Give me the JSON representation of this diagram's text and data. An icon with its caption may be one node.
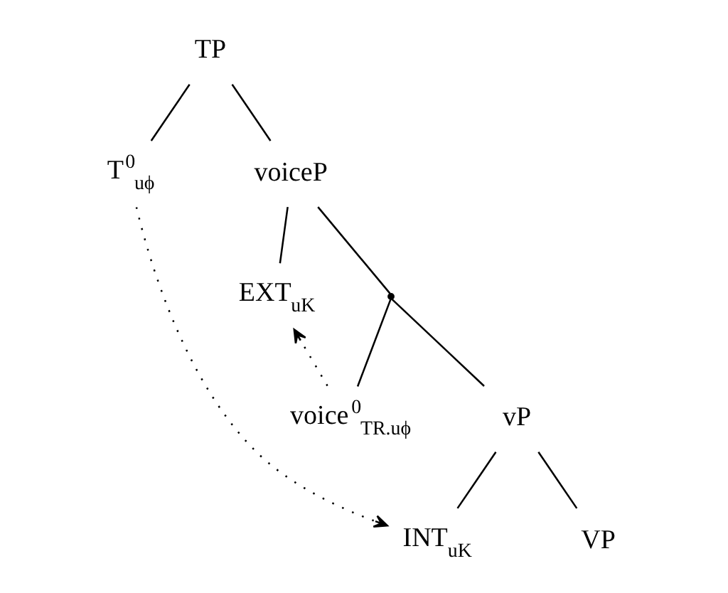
{
  "diagram": {
    "nodes": [
      {
        "text": [
          "TP"
        ]
      },
      {
        "text": [
          "T$^{0}$$_{uϕ}$"
        ]
      },
      {
        "text": [
          "voiceP"
        ]
      },
      {
        "text": [
          "EXT$_{uK}$"
        ]
      },
      {
        "text": [],
        "shape": "point"
      },
      {
        "text": [
          "voice$^{0}$$_{TR.uϕ}$"
        ]
      },
      {
        "text": [
          "vP"
        ]
      },
      {
        "text": [
          "INT$_{uK}$"
        ]
      },
      {
        "text": [
          "VP"
        ]
      }
    ],
    "edges": [
      {
        "from": 0,
        "to": 1,
        "arrow": "none"
      },
      {
        "from": 0,
        "to": 2,
        "arrow": "none"
      },
      {
        "from": 2,
        "to": 3,
        "arrow": "none"
      },
      {
        "from": 2,
        "to": 4,
        "arrow": "none"
      },
      {
        "from": 4,
        "to": 5,
        "arrow": "none"
      },
      {
        "from": 4,
        "to": 6,
        "arrow": "none"
      },
      {
        "from": 6,
        "to": 7,
        "arrow": "none"
      },
      {
        "from": 6,
        "to": 8,
        "arrow": "none"
      },
      {
        "from": 1,
        "to": 7,
        "arrow": "to",
        "style": "dashed"
      },
      {
        "from": 5,
        "to": 3,
        "arrow": "to",
        "style": "dashed"
      }
    ]
  }
}
